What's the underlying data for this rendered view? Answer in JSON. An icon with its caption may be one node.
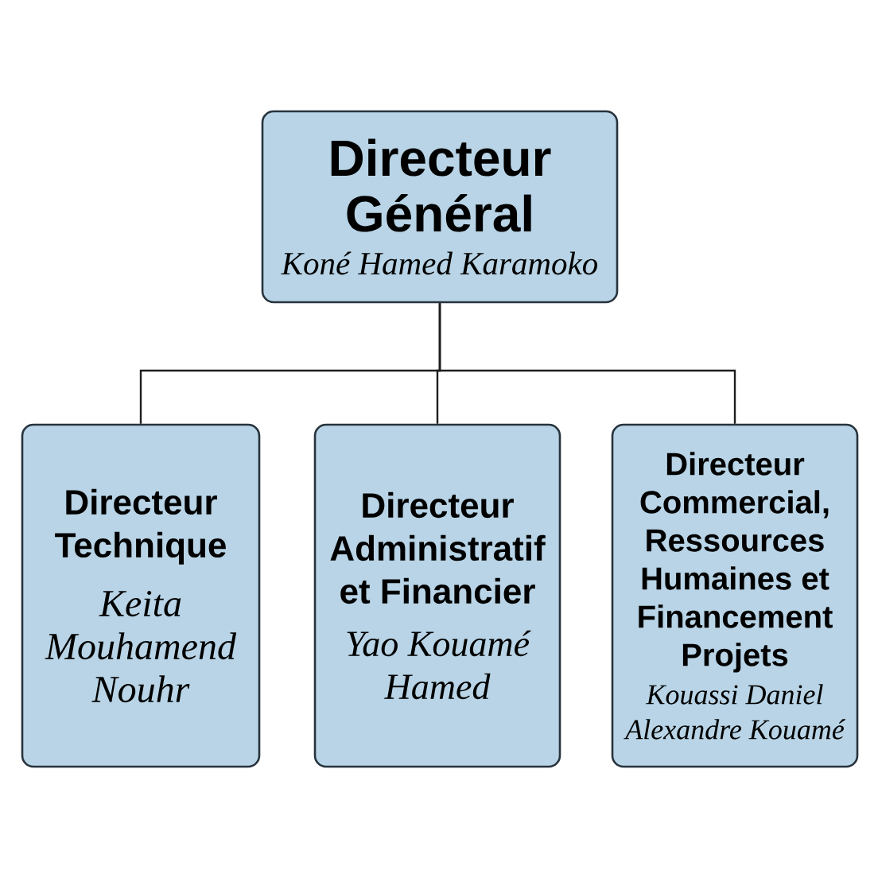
{
  "diagram": {
    "nodes": [
      {
        "text": [
          "Directeur Général",
          "Koné Hamed Karamoko"
        ]
      },
      {
        "text": [
          "Directeur Technique",
          "Keita Mouhamend Nouhr"
        ]
      },
      {
        "text": [
          "Directeur Administratif et Financier",
          "Yao Kouamé Hamed"
        ]
      },
      {
        "text": [
          "Directeur Commercial, Ressources Humaines et Financement Projets",
          "Kouassi Daniel Alexandre Kouamé"
        ]
      }
    ],
    "edges": [
      {
        "from": 0,
        "to": 1,
        "arrow": "none"
      },
      {
        "from": 0,
        "to": 2,
        "arrow": "none"
      },
      {
        "from": 0,
        "to": 3,
        "arrow": "none"
      }
    ]
  }
}
